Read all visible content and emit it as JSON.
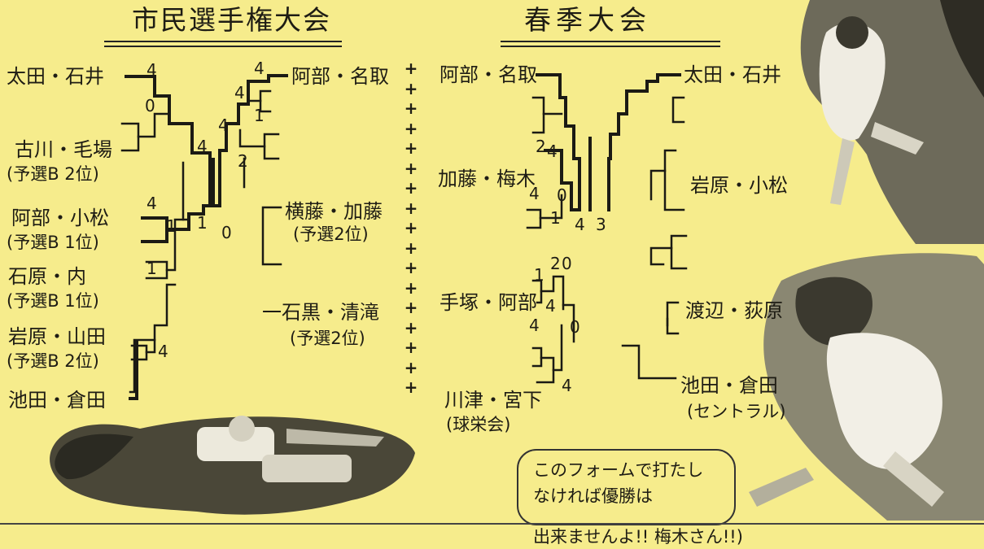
{
  "left_bracket": {
    "title": "市民選手権大会",
    "teams": [
      {
        "name": "太田・石井",
        "note": ""
      },
      {
        "name": "古川・毛場",
        "note": "(予選B 2位)"
      },
      {
        "name": "阿部・小松",
        "note": "(予選B 1位)"
      },
      {
        "name": "石原・内",
        "note": "(予選B 1位)"
      },
      {
        "name": "岩原・山田",
        "note": "(予選B 2位)"
      },
      {
        "name": "池田・倉田",
        "note": ""
      },
      {
        "name": "阿部・名取",
        "note": ""
      },
      {
        "name": "横藤・加藤",
        "note": "(予選2位)"
      },
      {
        "name": "一石黒・清滝",
        "note": "(予選2位)"
      }
    ],
    "scores": [
      "4",
      "0",
      "4",
      "1",
      "1",
      "4",
      "4",
      "1",
      "0",
      "4",
      "4",
      "4",
      "1",
      "2"
    ]
  },
  "right_bracket": {
    "title": "春季大会",
    "teams": [
      {
        "name": "阿部・名取",
        "note": ""
      },
      {
        "name": "加藤・梅木",
        "note": ""
      },
      {
        "name": "手塚・阿部",
        "note": ""
      },
      {
        "name": "川津・宮下",
        "note": "(球栄会)"
      },
      {
        "name": "太田・石井",
        "note": ""
      },
      {
        "name": "岩原・小松",
        "note": ""
      },
      {
        "name": "渡辺・荻原",
        "note": ""
      },
      {
        "name": "池田・倉田",
        "note": "(セントラル)"
      }
    ],
    "scores": [
      "2",
      "4",
      "4",
      "0",
      "1",
      "4",
      "3",
      "1",
      "2",
      "0",
      "4",
      "4",
      "0",
      "4"
    ]
  },
  "divider_glyph": "+",
  "speech_bubble": {
    "line1": "このフォームで打たし",
    "line2": "なければ優勝は",
    "line3": "出来ませんよ!! 梅木さん!!)"
  }
}
